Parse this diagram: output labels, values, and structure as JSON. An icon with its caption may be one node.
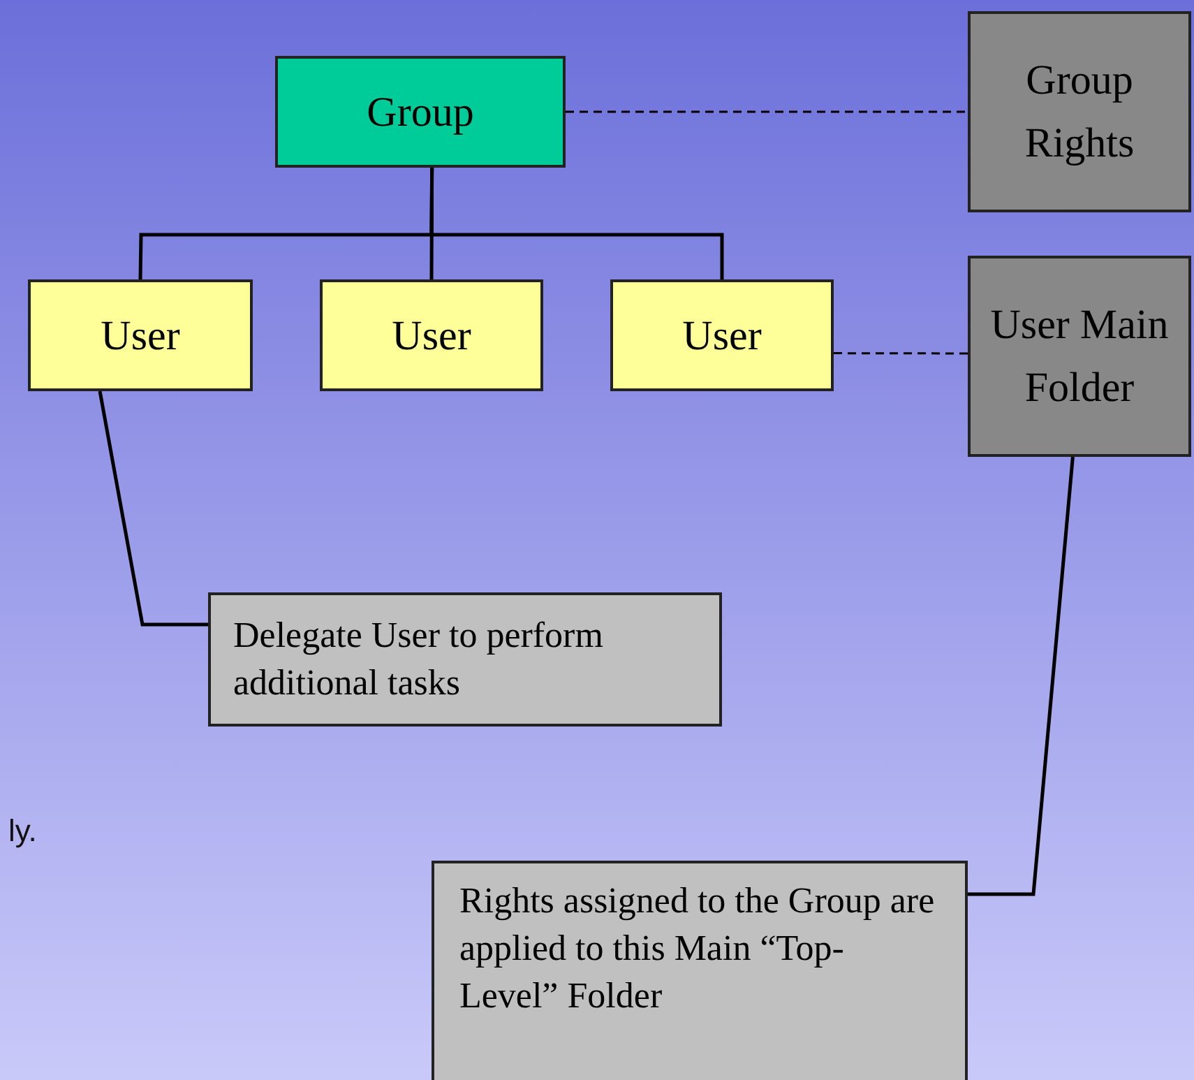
{
  "diagram": {
    "nodes": [
      {
        "text": [
          "Group"
        ]
      },
      {
        "text": [
          "Group Rights"
        ]
      },
      {
        "text": [
          "User"
        ]
      },
      {
        "text": [
          "User"
        ]
      },
      {
        "text": [
          "User"
        ]
      },
      {
        "text": [
          "User Main Folder"
        ]
      },
      {
        "text": [
          "Delegate User to perform additional tasks"
        ]
      },
      {
        "text": [
          "Rights assigned to the Group are applied to this Main “Top-Level” Folder"
        ]
      }
    ],
    "edges": [
      {
        "from": 0,
        "to": 2,
        "arrow": "none"
      },
      {
        "from": 0,
        "to": 3,
        "arrow": "none"
      },
      {
        "from": 0,
        "to": 4,
        "arrow": "none"
      },
      {
        "from": 0,
        "to": 1,
        "arrow": "none",
        "style": "dashed"
      },
      {
        "from": 4,
        "to": 5,
        "arrow": "none",
        "style": "dashed"
      },
      {
        "from": 6,
        "to": 2,
        "arrow": "none"
      },
      {
        "from": 7,
        "to": 5,
        "arrow": "none"
      }
    ],
    "labels": [
      "ly."
    ]
  }
}
